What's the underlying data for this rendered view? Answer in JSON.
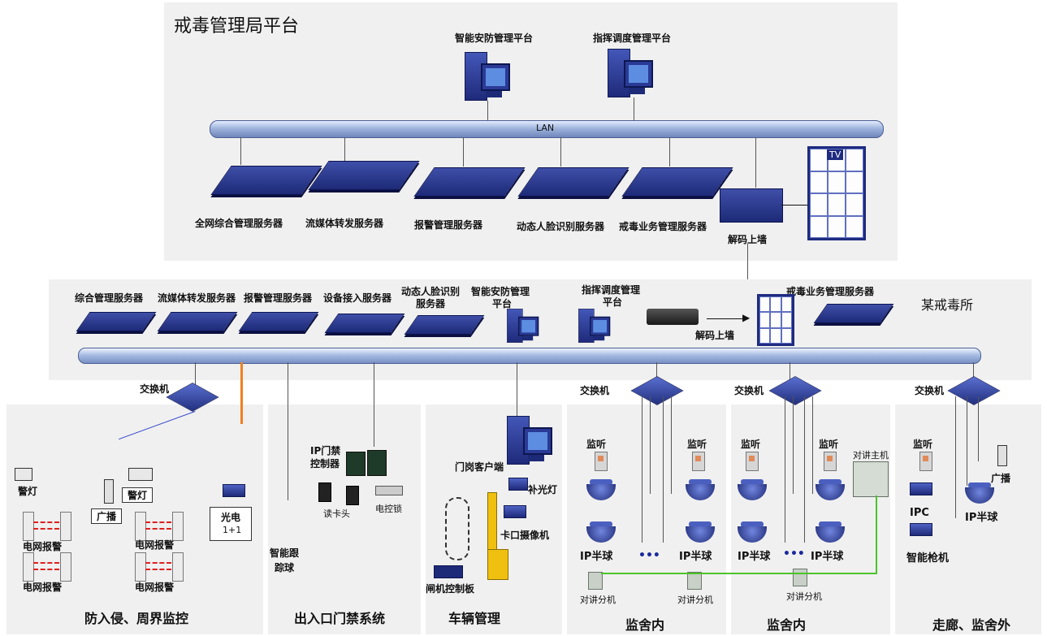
{
  "top": {
    "title": "戒毒管理局平台",
    "pcs": [
      "智能安防管理平台",
      "指挥调度管理平台"
    ],
    "lan_label": "LAN",
    "servers": [
      "全网综合管理服务器",
      "流媒体转发服务器",
      "报警管理服务器",
      "动态人脸识别服务器",
      "戒毒业务管理服务器"
    ],
    "decode_label": "解码上墙",
    "tv_text": "TV"
  },
  "site": {
    "title": "某戒毒所",
    "servers": [
      "综合管理服务器",
      "流媒体转发服务器",
      "报警管理服务器",
      "设备接入服务器"
    ],
    "face_server": [
      "动态人脸识别",
      "服务器"
    ],
    "pc1": [
      "智能安防管理",
      "平台"
    ],
    "pc2": [
      "指挥调度管理",
      "平台"
    ],
    "decode_label": "解码上墙",
    "biz_server": "戒毒业务管理服务器"
  },
  "perimeter": {
    "switch": "交换机",
    "warn_light_1": "警灯",
    "warn_light_2": "警灯",
    "broadcast": "广播",
    "fence_alarm": "电网报警",
    "photo_1": "光电",
    "photo_2": "1+1",
    "section": "防入侵、周界监控"
  },
  "access": {
    "ptz_1": "智能跟",
    "ptz_2": "踪球",
    "ctrl_1": "IP门禁",
    "ctrl_2": "控制器",
    "reader": "读卡头",
    "lock": "电控锁",
    "section": "出入口门禁系统"
  },
  "vehicle": {
    "client": "门岗客户端",
    "fill_light": "补光灯",
    "camera": "卡口摄像机",
    "gate": "闸机控制板",
    "section": "车辆管理"
  },
  "cell1": {
    "switch": "交换机",
    "listen": "监听",
    "dome": "IP半球",
    "dots": "•••",
    "intercom": "对讲分机",
    "section": "监舍内"
  },
  "cell2": {
    "switch": "交换机",
    "listen": "监听",
    "dome": "IP半球",
    "dots": "•••",
    "intercom": "对讲分机",
    "host": "对讲主机",
    "section": "监舍内"
  },
  "corridor": {
    "switch": "交换机",
    "listen": "监听",
    "broadcast": "广播",
    "ipc": "IPC",
    "dome": "IP半球",
    "gun": "智能枪机",
    "section": "走廊、监舍外"
  }
}
